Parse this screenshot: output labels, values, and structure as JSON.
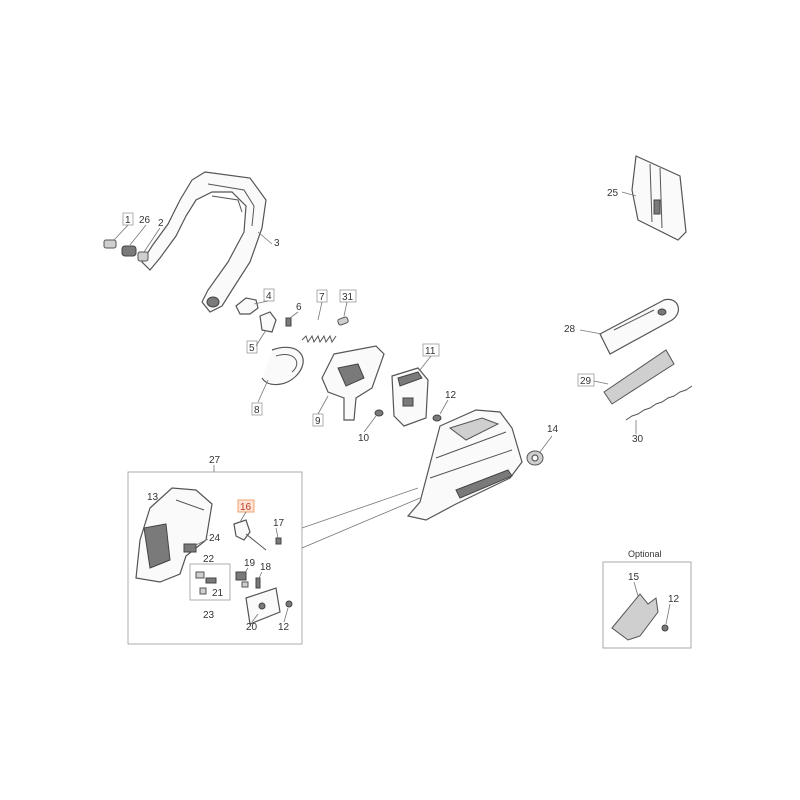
{
  "callouts": {
    "c1": "1",
    "c26": "26",
    "c2": "2",
    "c3": "3",
    "c4": "4",
    "c5": "5",
    "c6": "6",
    "c7": "7",
    "c31": "31",
    "c8": "8",
    "c9": "9",
    "c10": "10",
    "c11": "11",
    "c12a": "12",
    "c14": "14",
    "c25": "25",
    "c28": "28",
    "c29": "29",
    "c30": "30",
    "c27": "27",
    "c13": "13",
    "c16": "16",
    "c17": "17",
    "c24": "24",
    "c22": "22",
    "c19": "19",
    "c18": "18",
    "c21": "21",
    "c23": "23",
    "c20": "20",
    "c12b": "12",
    "c15": "15",
    "c12c": "12"
  },
  "optional_title": "Optional",
  "colors": {
    "highlight": "#f0a070",
    "highlight_text": "#c0392b"
  }
}
